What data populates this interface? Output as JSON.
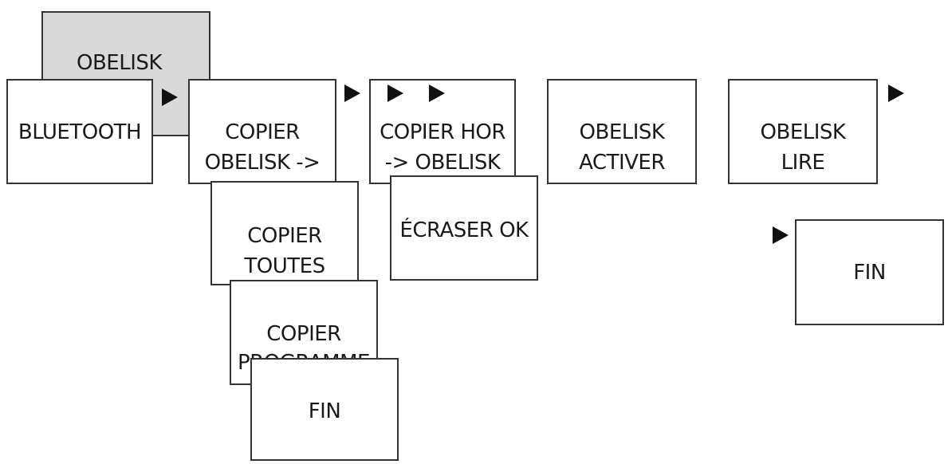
{
  "colors": {
    "stroke": "#333333",
    "fill": "#ffffff",
    "highlight": "#d9d9d9",
    "arrow": "#111111"
  },
  "menu": {
    "obelisk_header": "OBELISK",
    "bluetooth": "BLUETOOTH",
    "copy_obelisk_to_hor": "COPIER\nOBELISK ->\nHOR",
    "copy_all_data": "COPIER\nTOUTES\nDONNEES",
    "copy_program": "COPIER\nPROGRAMME",
    "end_left": "FIN",
    "copy_hor_to_obelisk": "COPIER HOR\n-> OBELISK",
    "overwrite_ok": "ÉCRASER OK",
    "obelisk_activate": "OBELISK\nACTIVER",
    "obelisk_read": "OBELISK\nLIRE",
    "end_right": "FIN"
  },
  "icons": {
    "arrow": "triangle-right-icon"
  }
}
